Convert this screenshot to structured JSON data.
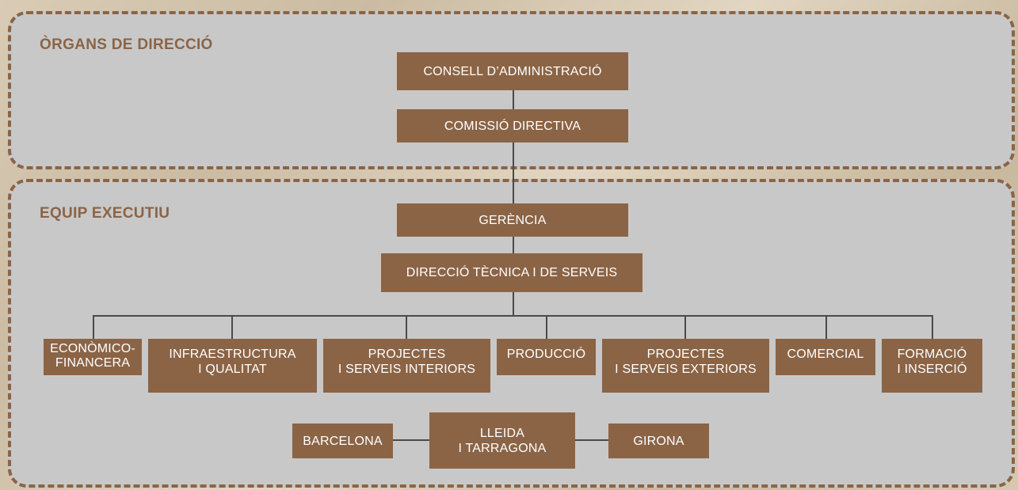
{
  "sections": {
    "directors_title": "ÒRGANS DE DIRECCIÓ",
    "executive_title": "EQUIP EXECUTIU"
  },
  "nodes": {
    "consell": "CONSELL D’ADMINISTRACIÓ",
    "comissio": "COMISSIÓ DIRECTIVA",
    "gerencia": "GERÈNCIA",
    "direccio_tecnica": "DIRECCIÓ TÈCNICA I DE SERVEIS",
    "departments": [
      "ECONÒMICO-\nFINANCERA",
      "INFRAESTRUCTURA\nI QUALITAT",
      "PROJECTES\nI SERVEIS INTERIORS",
      "PRODUCCIÓ",
      "PROJECTES\nI SERVEIS EXTERIORS",
      "COMERCIAL",
      "FORMACIÓ\nI INSERCIÓ"
    ],
    "regions": {
      "barcelona": "BARCELONA",
      "lleida_tarragona": "LLEIDA\nI  TARRAGONA",
      "girona": "GIRONA"
    }
  },
  "colors": {
    "box": "#8b6446",
    "border": "#8b6446",
    "panel": "#c8c8c8",
    "connector": "#4a4a4a",
    "box_text": "#ffffff"
  }
}
